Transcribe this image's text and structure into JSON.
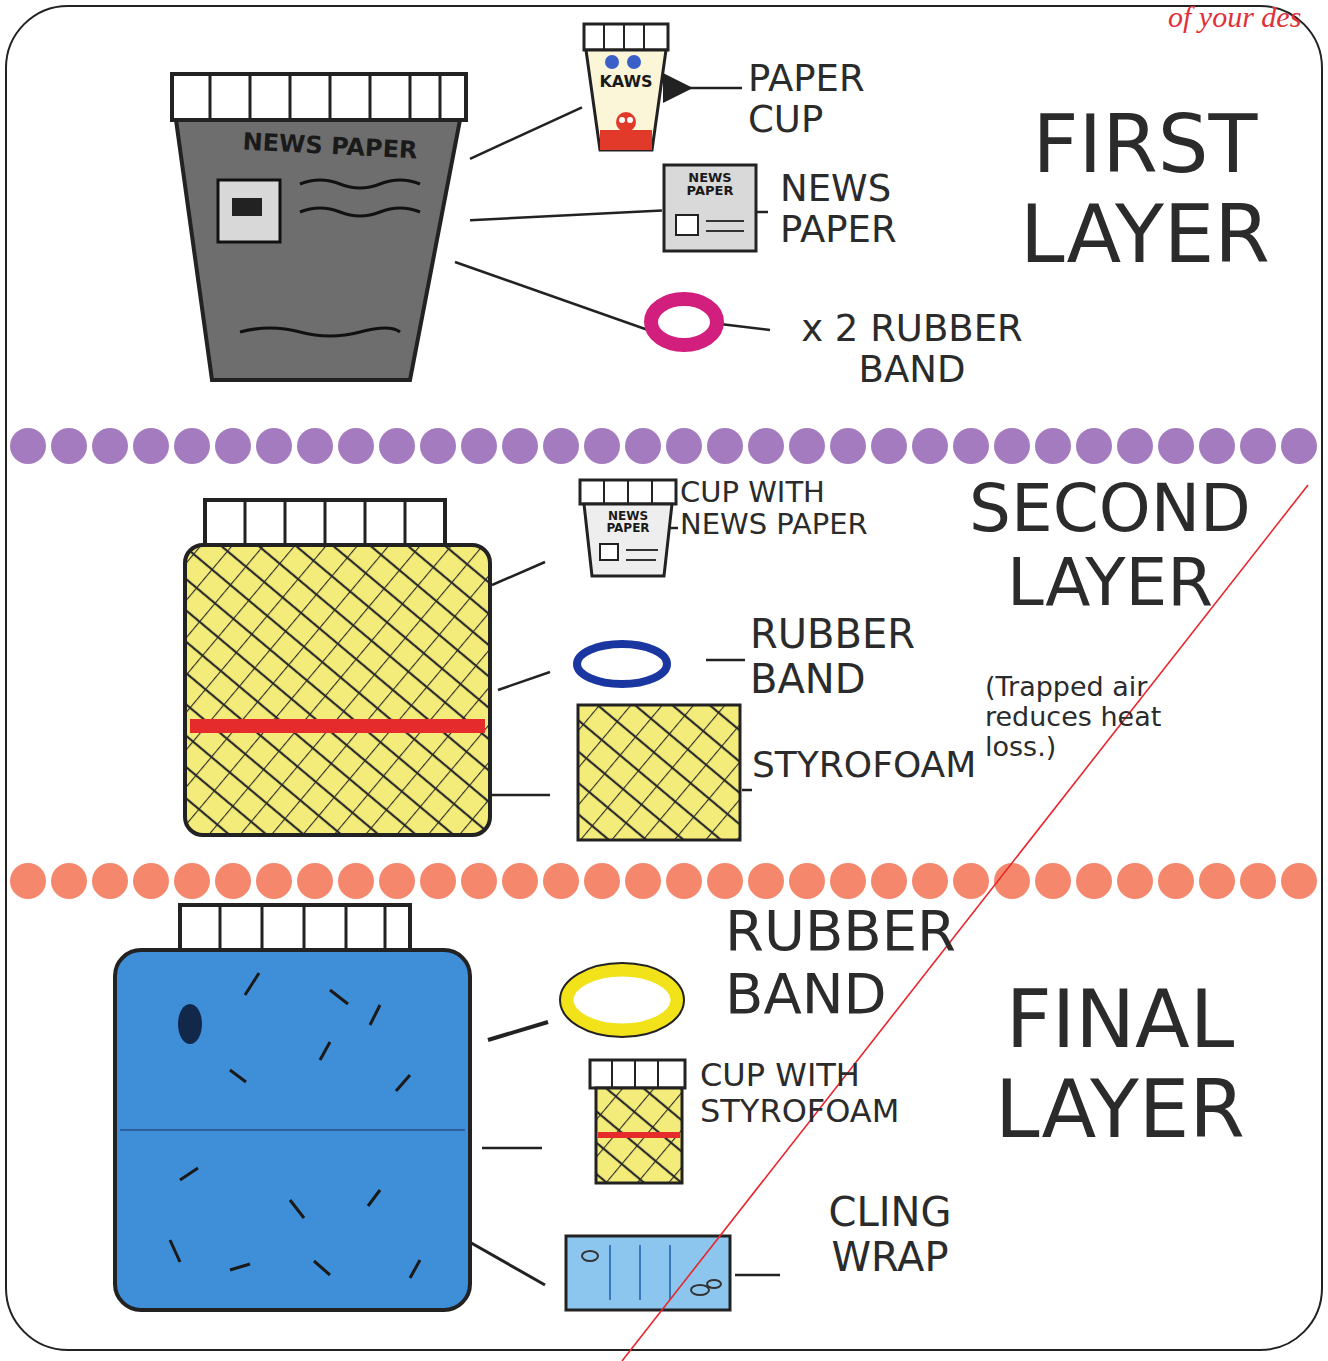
{
  "diagram": {
    "nodes": [
      {
        "text": [
          "NEWS PAPER"
        ]
      },
      {
        "text": [
          "KAWS"
        ]
      },
      {
        "text": [
          "NEWS PAPER"
        ]
      },
      {
        "text": [
          "NEWS PAPER"
        ]
      }
    ],
    "edges": [
      {
        "from": 0,
        "to": 1,
        "arrow": "none"
      },
      {
        "from": 0,
        "to": 2,
        "arrow": "none"
      }
    ],
    "labels": [
      "of your des",
      "PAPER CUP",
      "NEWS PAPER",
      "x 2 RUBBER BAND",
      "FIRST LAYER",
      "CUP WITH NEWS PAPER",
      "SECOND LAYER",
      "RUBBER BAND",
      "(Trapped air reduces heat loss.)",
      "STYROFOAM",
      "RUBBER BAND",
      "FINAL LAYER",
      "CUP WITH STYROFOAM",
      "CLING WRAP"
    ]
  }
}
